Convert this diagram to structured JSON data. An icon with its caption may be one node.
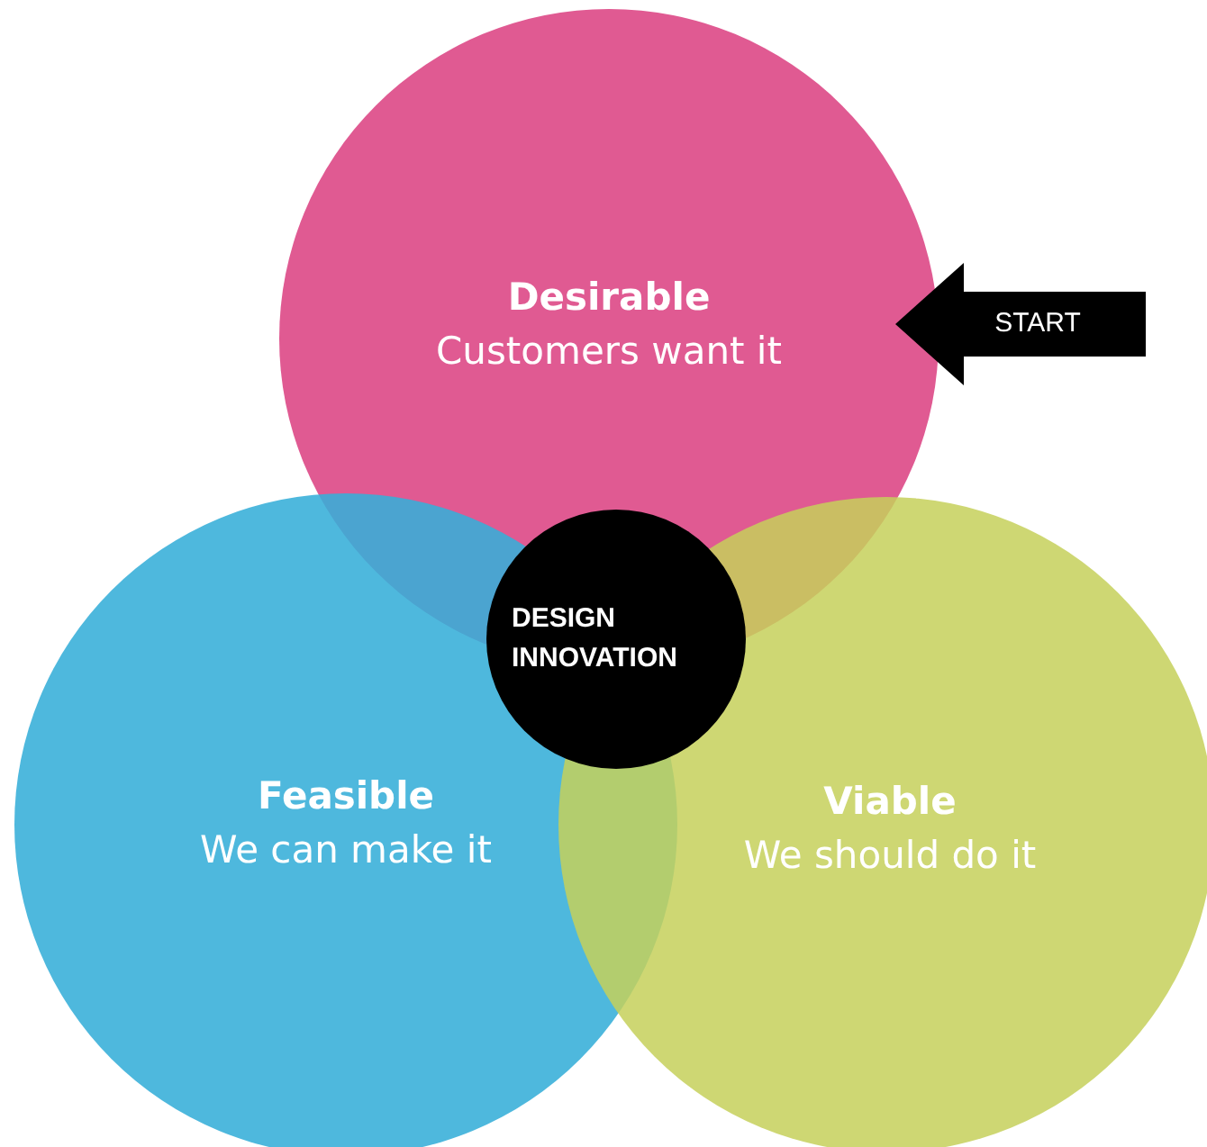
{
  "diagram": {
    "nodes": [
      {
        "text": [
          "Desirable",
          "Customers want it"
        ]
      },
      {
        "text": [
          "Feasible",
          "We can make it"
        ]
      },
      {
        "text": [
          "Viable",
          "We should do it"
        ]
      },
      {
        "text": [
          "DESIGN INNOVATION"
        ]
      },
      {
        "text": [
          "START"
        ]
      }
    ]
  }
}
